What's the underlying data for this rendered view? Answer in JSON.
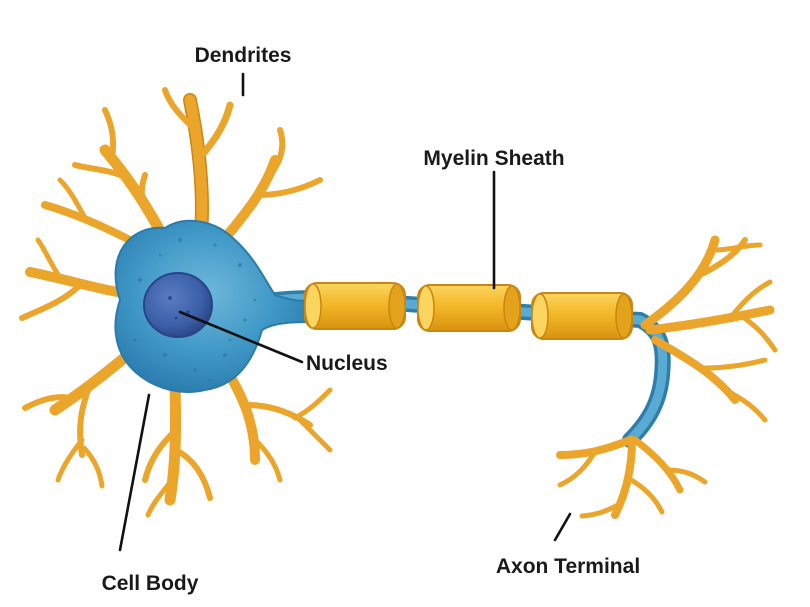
{
  "diagram": {
    "labels": {
      "dendrites": "Dendrites",
      "myelin_sheath": "Myelin Sheath",
      "nucleus": "Nucleus",
      "cell_body": "Cell Body",
      "axon_terminal": "Axon Terminal"
    },
    "colors": {
      "cell_body": "#3f97c6",
      "cell_body_dark": "#1f6f9c",
      "nucleus": "#3a5fa8",
      "nucleus_dark": "#2a4585",
      "axon": "#4a9ac4",
      "myelin": "#f3b829",
      "myelin_dark": "#d9920f",
      "myelin_light": "#fbd560",
      "dendrite": "#eba52a",
      "dendrite_dark": "#c98612",
      "leader_line": "#111111",
      "label_text": "#1a1a1a"
    }
  }
}
